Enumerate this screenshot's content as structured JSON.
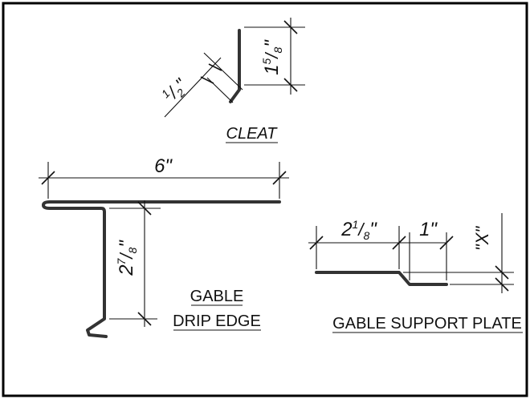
{
  "cleat": {
    "label": "CLEAT",
    "dim_height": {
      "whole": "1",
      "num": "5",
      "den": "8",
      "unit": "\""
    },
    "dim_offset": {
      "num": "1",
      "den": "2",
      "unit": "\""
    }
  },
  "gable_drip_edge": {
    "label_line1": "GABLE",
    "label_line2": "DRIP EDGE",
    "dim_width": "6\"",
    "dim_height": {
      "whole": "2",
      "num": "7",
      "den": "8",
      "unit": "\""
    }
  },
  "gable_support_plate": {
    "label": "GABLE SUPPORT PLATE",
    "dim_length": {
      "whole": "2",
      "num": "1",
      "den": "8",
      "unit": "\""
    },
    "dim_step": "1\"",
    "dim_x": "\"X\""
  }
}
